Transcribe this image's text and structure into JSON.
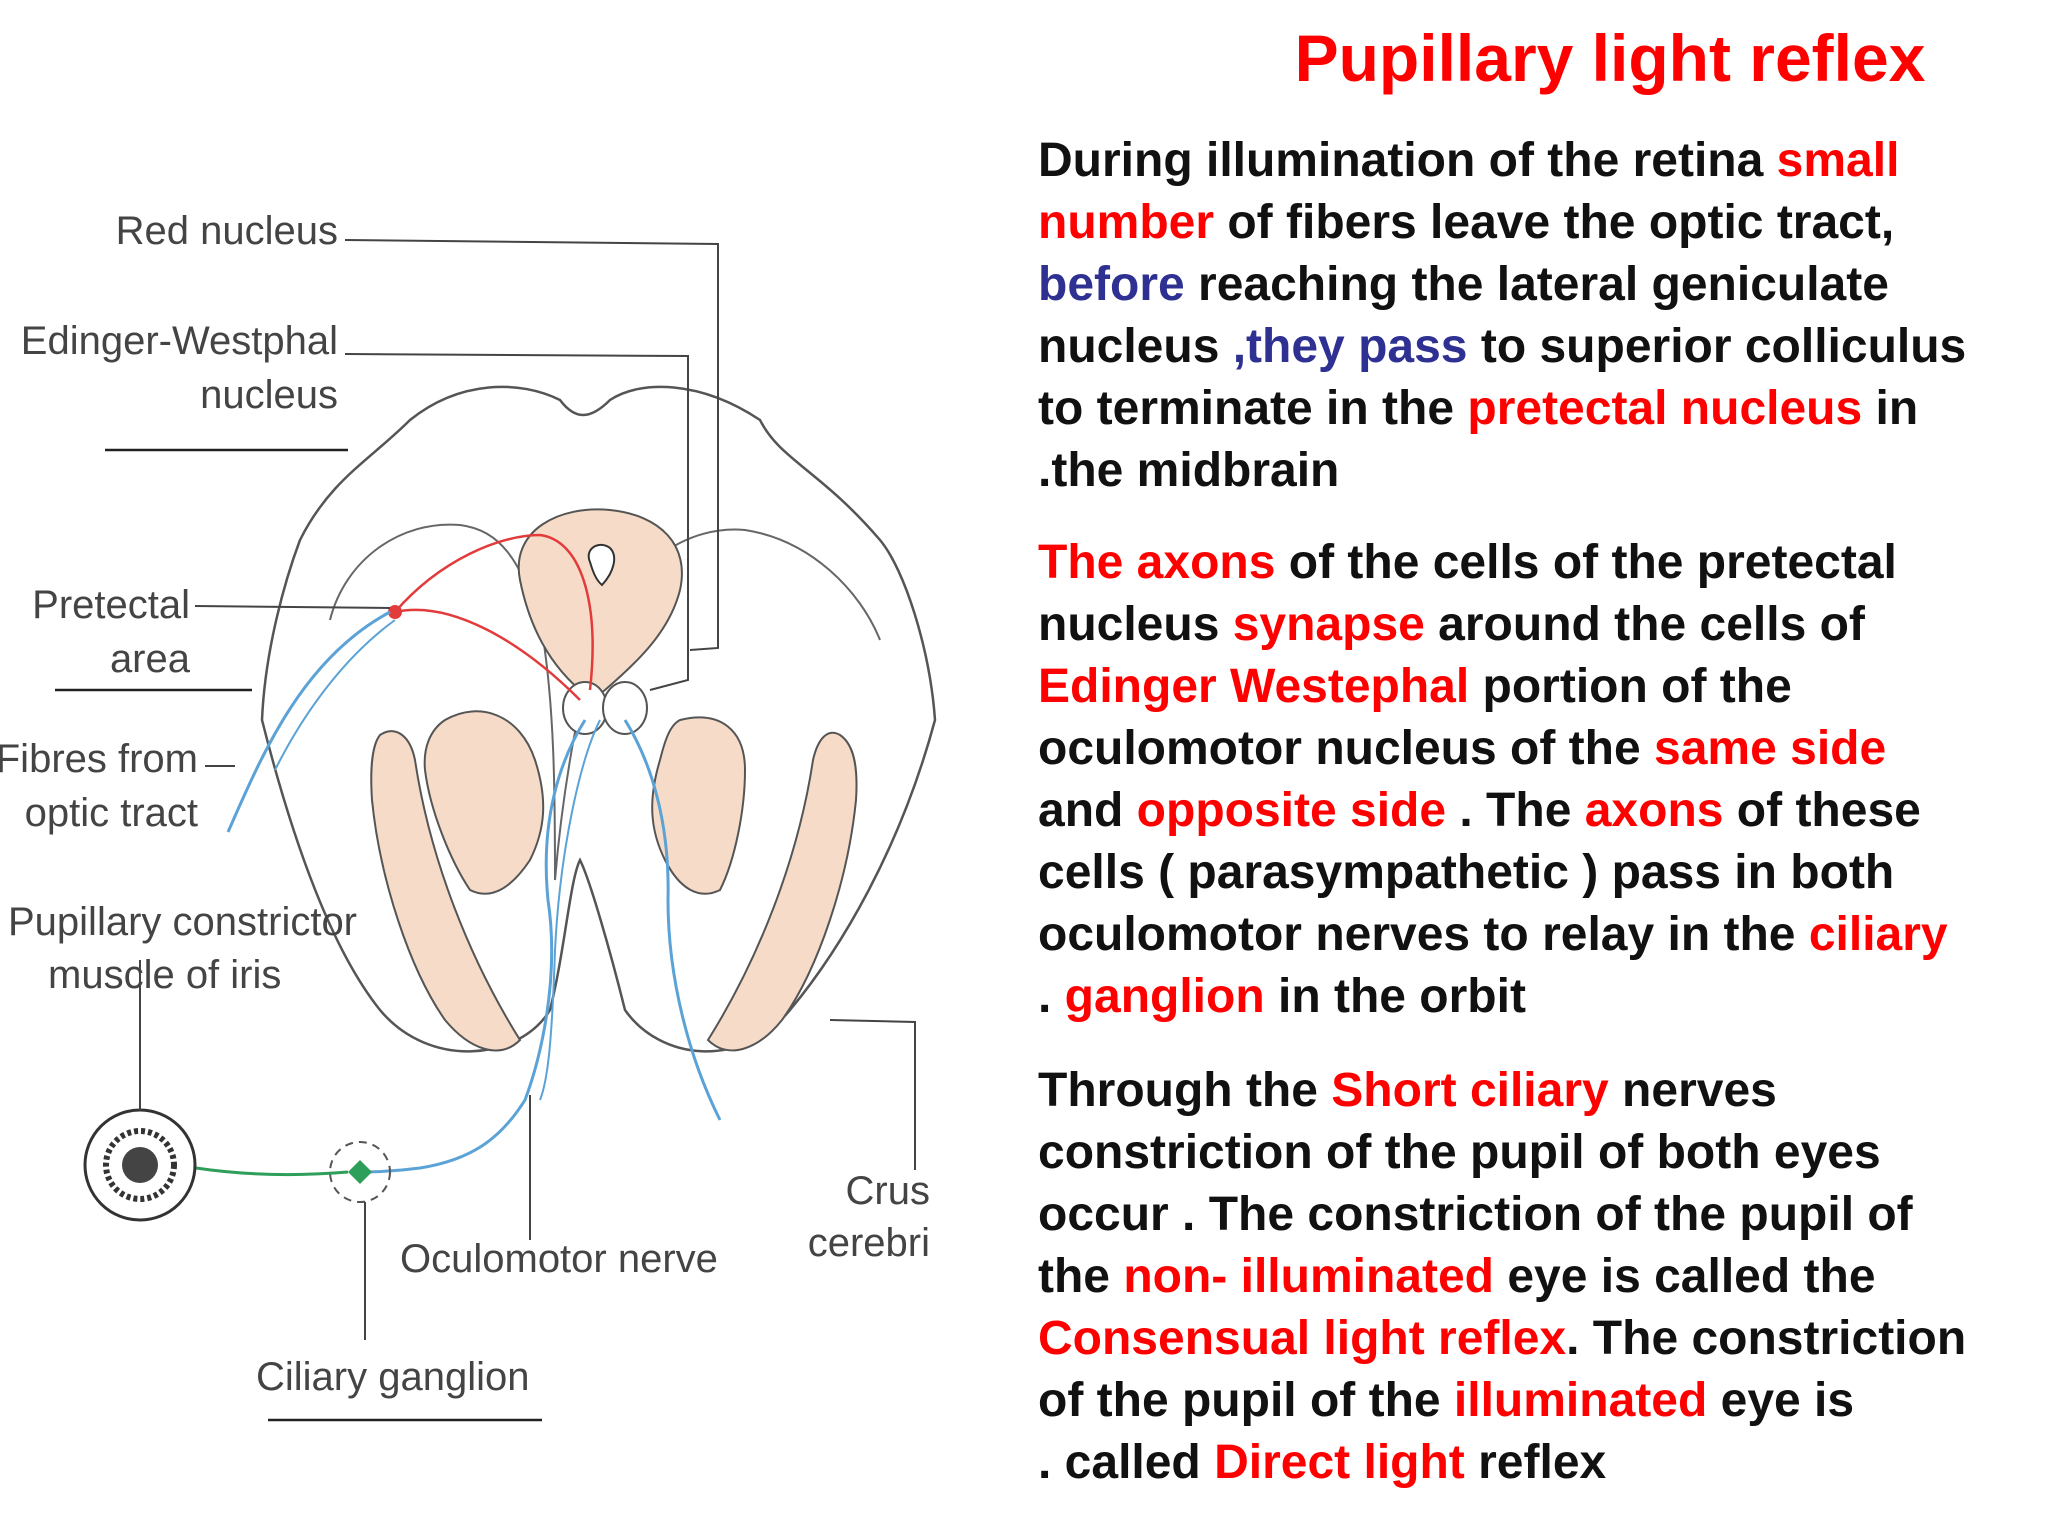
{
  "title": "Pupillary light reflex",
  "colors": {
    "title": "#ff0000",
    "text": "#111111",
    "emphasis_red": "#ff0000",
    "emphasis_blue": "#2e3192",
    "nerve_blue": "#5ba3d6",
    "nucleus_fill": "#f6dcc8"
  },
  "diagram": {
    "labels": {
      "red_nucleus": "Red nucleus",
      "edinger_1": "Edinger-Westphal",
      "edinger_2": "nucleus",
      "pretectal_1": "Pretectal",
      "pretectal_2": "area",
      "fibres_1": "Fibres from",
      "fibres_2": "optic tract",
      "pupillary_1": "Pupillary constrictor",
      "pupillary_2": "muscle of iris",
      "oculomotor": "Oculomotor nerve",
      "crus_1": "Crus",
      "crus_2": "cerebri",
      "ciliary": "Ciliary ganglion"
    }
  },
  "paragraphs": {
    "p1": {
      "l1": {
        "a": "During illumination of the retina ",
        "b": "small"
      },
      "l2": {
        "a": "number",
        "b": " of fibers leave the optic tract,"
      },
      "l3": {
        "a": "before",
        "b": " reaching the lateral geniculate"
      },
      "l4": {
        "a": "nucleus ",
        "b": ",they pass",
        "c": " to superior colliculus"
      },
      "l5": {
        "a": "to terminate in the ",
        "b": "pretectal nucleus",
        "c": " in"
      },
      "l6": {
        "a": " .the midbrain"
      }
    },
    "p2": {
      "l1": {
        "a": "The axons",
        "b": " of the cells of the pretectal"
      },
      "l2": {
        "a": "nucleus ",
        "b": "synapse",
        "c": " around the cells of"
      },
      "l3": {
        "a": "Edinger Westephal",
        "b": " portion of the"
      },
      "l4": {
        "a": "oculomotor nucleus of the ",
        "b": "same side"
      },
      "l5": {
        "a": "and ",
        "b": "opposite side",
        "c": " . The ",
        "d": "axons",
        "e": " of these"
      },
      "l6": {
        "a": "cells ( parasympathetic ) pass in both"
      },
      "l7": {
        "a": "oculomotor nerves to relay in the ",
        "b": "ciliary"
      },
      "l8": {
        "a": " . ",
        "b": "ganglion",
        "c": " in the orbit"
      }
    },
    "p3": {
      "l1": {
        "a": "Through the ",
        "b": "Short ciliary",
        "c": " nerves"
      },
      "l2": {
        "a": "constriction of the pupil of both eyes"
      },
      "l3": {
        "a": "occur . The constriction of the pupil of"
      },
      "l4": {
        "a": "the ",
        "b": "non- illuminated",
        "c": " eye is called the"
      },
      "l5": {
        "a": "Consensual light reflex",
        "b": ". The constriction"
      },
      "l6": {
        "a": "of the pupil of the ",
        "b": "illuminated",
        "c": " eye  is"
      },
      "l7": {
        "a": " . called ",
        "b": "Direct light",
        "c": " reflex"
      }
    }
  }
}
